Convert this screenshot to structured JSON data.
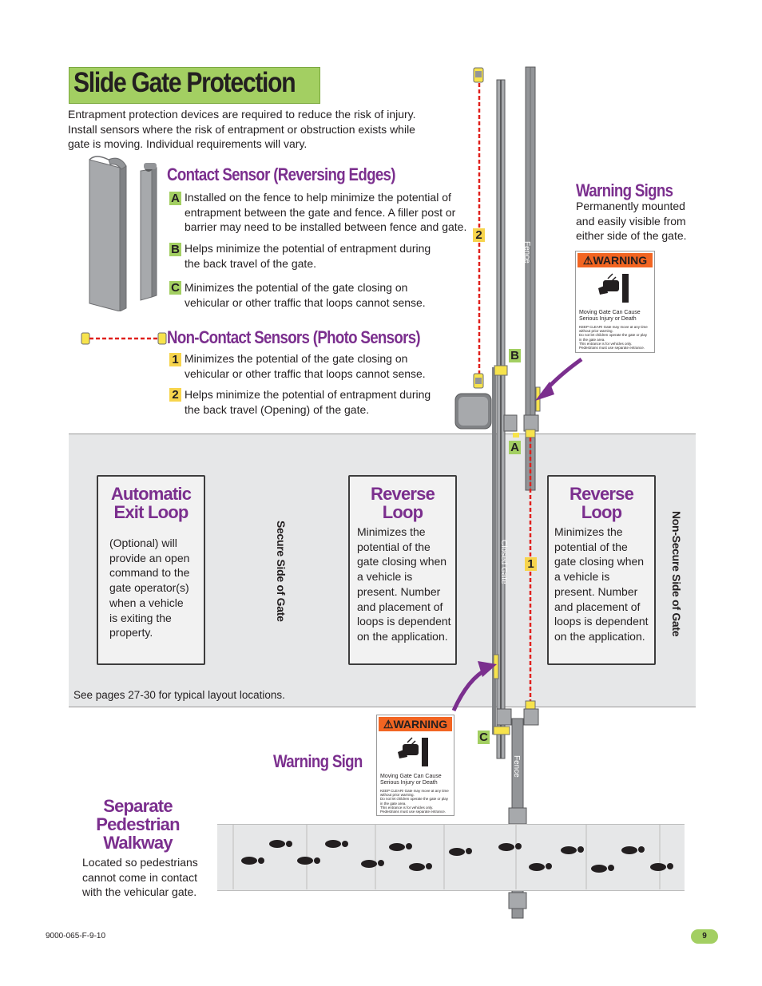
{
  "title": "Slide Gate Protection",
  "intro": [
    "Entrapment protection devices are required to reduce the risk of injury.",
    "Install sensors where the risk of entrapment or obstruction exists while",
    "gate is moving. Individual requirements will vary."
  ],
  "contact_sensor": {
    "heading": "Contact Sensor (Reversing Edges)",
    "items": [
      {
        "badge": "A",
        "lines": [
          "Installed on the fence to help minimize the potential of",
          "entrapment between the gate and fence. A filler post or",
          "barrier may need to be installed between fence and gate."
        ]
      },
      {
        "badge": "B",
        "lines": [
          "Helps minimize the potential of entrapment during",
          "the back travel of the gate."
        ]
      },
      {
        "badge": "C",
        "lines": [
          "Minimizes the potential of the gate closing on",
          "vehicular or other traffic that loops cannot sense."
        ]
      }
    ]
  },
  "noncontact_sensor": {
    "heading": "Non-Contact Sensors (Photo Sensors)",
    "items": [
      {
        "badge": "1",
        "lines": [
          "Minimizes the potential of the gate closing on",
          "vehicular or other traffic that loops cannot sense."
        ]
      },
      {
        "badge": "2",
        "lines": [
          "Helps minimize the potential of entrapment during",
          "the back travel (Opening) of the gate."
        ]
      }
    ]
  },
  "warning_signs": {
    "heading": "Warning Signs",
    "lines": [
      "Permanently mounted",
      "and easily visible from",
      "either side of the gate."
    ]
  },
  "warning_card": {
    "header": "WARNING",
    "caption": [
      "Moving Gate Can Cause",
      "Serious Injury or Death"
    ],
    "fine": [
      "KEEP CLEAR! Gate may move at any time",
      "without prior warning.",
      "Do not let children operate the gate or play",
      "in the gate area.",
      "This entrance is for vehicles only.",
      "Pedestrians must use separate entrance."
    ]
  },
  "loops": [
    {
      "title": [
        "Automatic",
        "Exit Loop"
      ],
      "lines": [
        "(Optional) will",
        "provide an open",
        "command to the",
        "gate operator(s)",
        "when a vehicle",
        "is exiting the",
        "property."
      ]
    },
    {
      "title": [
        "Reverse",
        "Loop"
      ],
      "lines": [
        "Minimizes the",
        "potential of the",
        "gate closing when",
        "a vehicle is",
        "present. Number",
        "and placement of",
        "loops is dependent",
        "on the application."
      ]
    },
    {
      "title": [
        "Reverse",
        "Loop"
      ],
      "lines": [
        "Minimizes the",
        "potential of the",
        "gate closing when",
        "a vehicle is",
        "present. Number",
        "and placement of",
        "loops is dependent",
        "on the application."
      ]
    }
  ],
  "secure_side": "Secure Side of Gate",
  "non_secure_side": "Non-Secure Side of Gate",
  "layout_note": "See pages 27-30 for typical layout locations.",
  "warning_sign_label": "Warning Sign",
  "diagram_labels": {
    "fence_top": "Fence",
    "fence_bottom": "Fence",
    "closed_gate": "Closed  Gate",
    "label_A": "A",
    "label_B": "B",
    "label_C": "C",
    "label_1": "1",
    "label_2": "2"
  },
  "pedestrian": {
    "heading": [
      "Separate",
      "Pedestrian",
      "Walkway"
    ],
    "lines": [
      "Located so pedestrians",
      "cannot come in contact",
      "with the vehicular gate."
    ]
  },
  "doc_code": "9000-065-F-9-10",
  "page_number": "9",
  "colors": {
    "accent_green": "#a3cf62",
    "heading_purple": "#7b2f8e",
    "badge_yellow": "#f7d44c",
    "warning_orange": "#f26522",
    "photo_beam_red": "#e0201c"
  }
}
